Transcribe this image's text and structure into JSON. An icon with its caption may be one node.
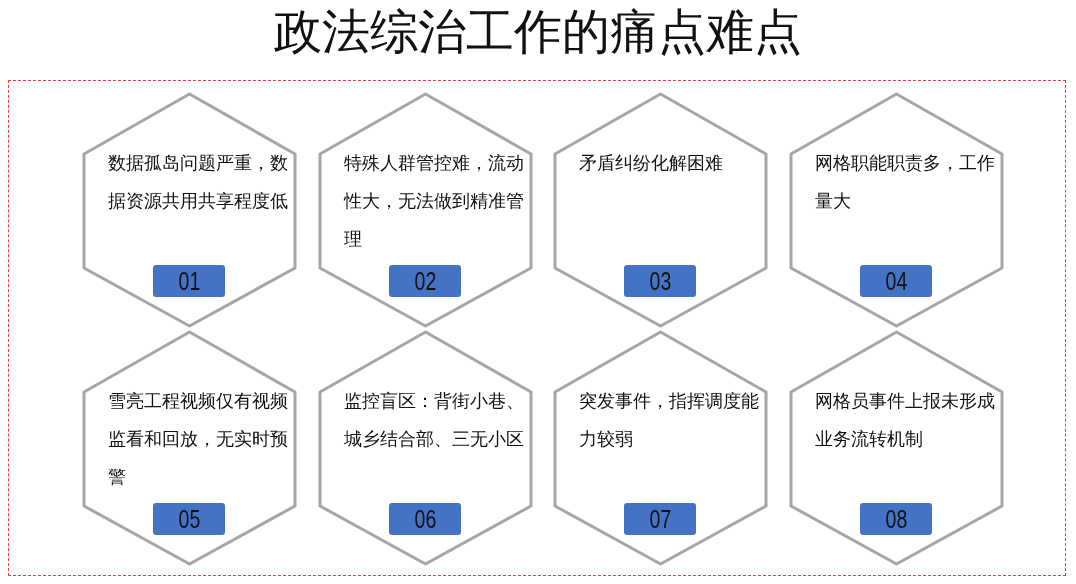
{
  "diagram": {
    "title": "政法综治工作的痛点难点",
    "nodes": [
      {
        "text": [
          "数据孤岛问题严重，数据资源共用共享程度低"
        ]
      },
      {
        "text": [
          "01"
        ],
        "in": 0
      },
      {
        "text": [
          "特殊人群管控难，流动性大，无法做到精准管理"
        ]
      },
      {
        "text": [
          "02"
        ],
        "in": 2
      },
      {
        "text": [
          "矛盾纠纷化解困难"
        ]
      },
      {
        "text": [
          "03"
        ],
        "in": 4
      },
      {
        "text": [
          "网格职能职责多，工作量大"
        ]
      },
      {
        "text": [
          "04"
        ],
        "in": 6
      },
      {
        "text": [
          "雪亮工程视频仅有视频监看和回放，无实时预警"
        ]
      },
      {
        "text": [
          "05"
        ],
        "in": 8
      },
      {
        "text": [
          "监控盲区：背街小巷、城乡结合部、三无小区"
        ]
      },
      {
        "text": [
          "06"
        ],
        "in": 10
      },
      {
        "text": [
          "突发事件，指挥调度能力较弱"
        ]
      },
      {
        "text": [
          "07"
        ],
        "in": 12
      },
      {
        "text": [
          "网格员事件上报未形成业务流转机制"
        ]
      },
      {
        "text": [
          "08"
        ],
        "in": 14
      }
    ]
  }
}
